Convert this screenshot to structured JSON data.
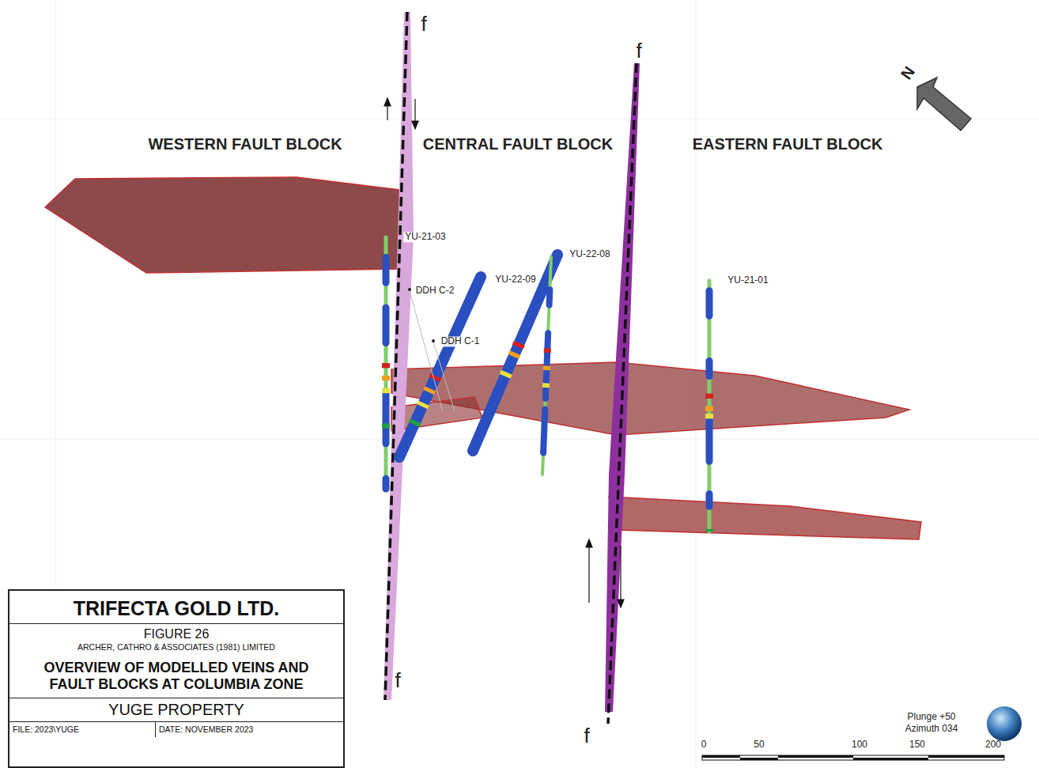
{
  "diagram": {
    "nodes": [
      {
        "text": [
          "TRIFECTA GOLD LTD.",
          "FIGURE 26",
          "ARCHER, CATHRO & ASSOCIATES (1981) LIMITED",
          "OVERVIEW OF MODELLED VEINS AND FAULT BLOCKS AT COLUMBIA ZONE",
          "YUGE PROPERTY",
          "FILE: 2023\\YUGE",
          "DATE: NOVEMBER 2023"
        ]
      }
    ],
    "edges": [],
    "labels": [
      "WESTERN FAULT BLOCK",
      "CENTRAL FAULT BLOCK",
      "EASTERN FAULT BLOCK",
      "f",
      "f",
      "f",
      "f",
      "N",
      "YU-21-03",
      "DDH C-2",
      "YU-22-09",
      "YU-22-08",
      "DDH C-1",
      "YU-21-01",
      "Plunge +50",
      "Azimuth 034",
      "0",
      "50",
      "100",
      "150",
      "200"
    ]
  }
}
